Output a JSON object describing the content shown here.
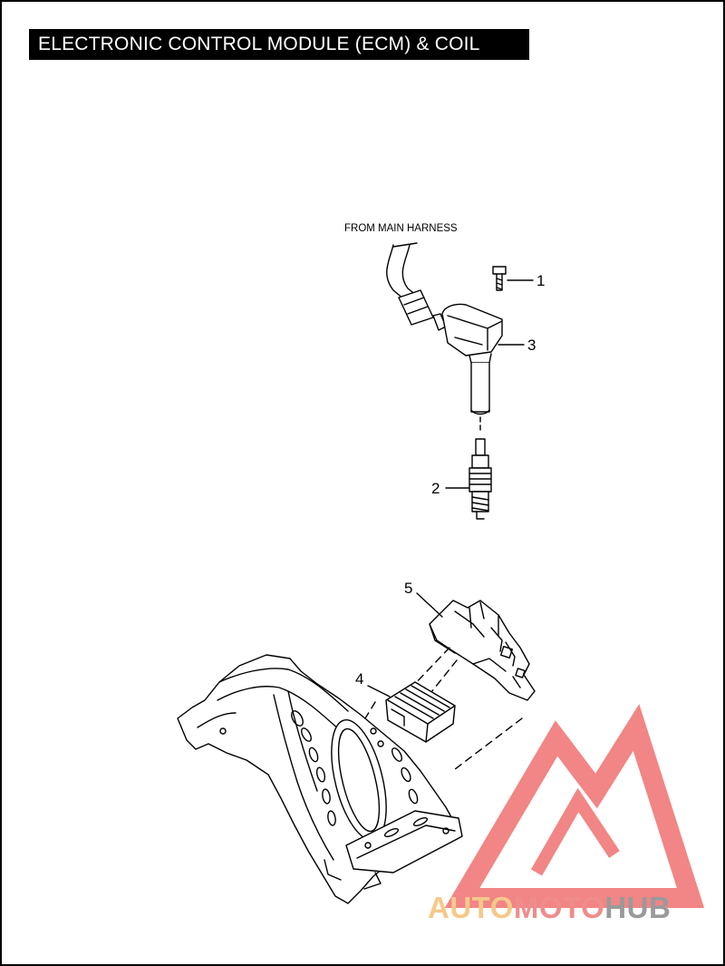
{
  "page": {
    "title": "ELECTRONIC CONTROL MODULE (ECM) & COIL"
  },
  "diagram": {
    "note": "FROM MAIN HARNESS",
    "callouts": [
      "1",
      "2",
      "3",
      "4",
      "5"
    ]
  },
  "watermark": {
    "parts": [
      "AUTO",
      "MOTO",
      "HUB"
    ],
    "colors": {
      "auto": "#f5c98a",
      "moto": "#f08c8c",
      "hub": "#9a9a9a",
      "logo": "#f07070"
    }
  }
}
